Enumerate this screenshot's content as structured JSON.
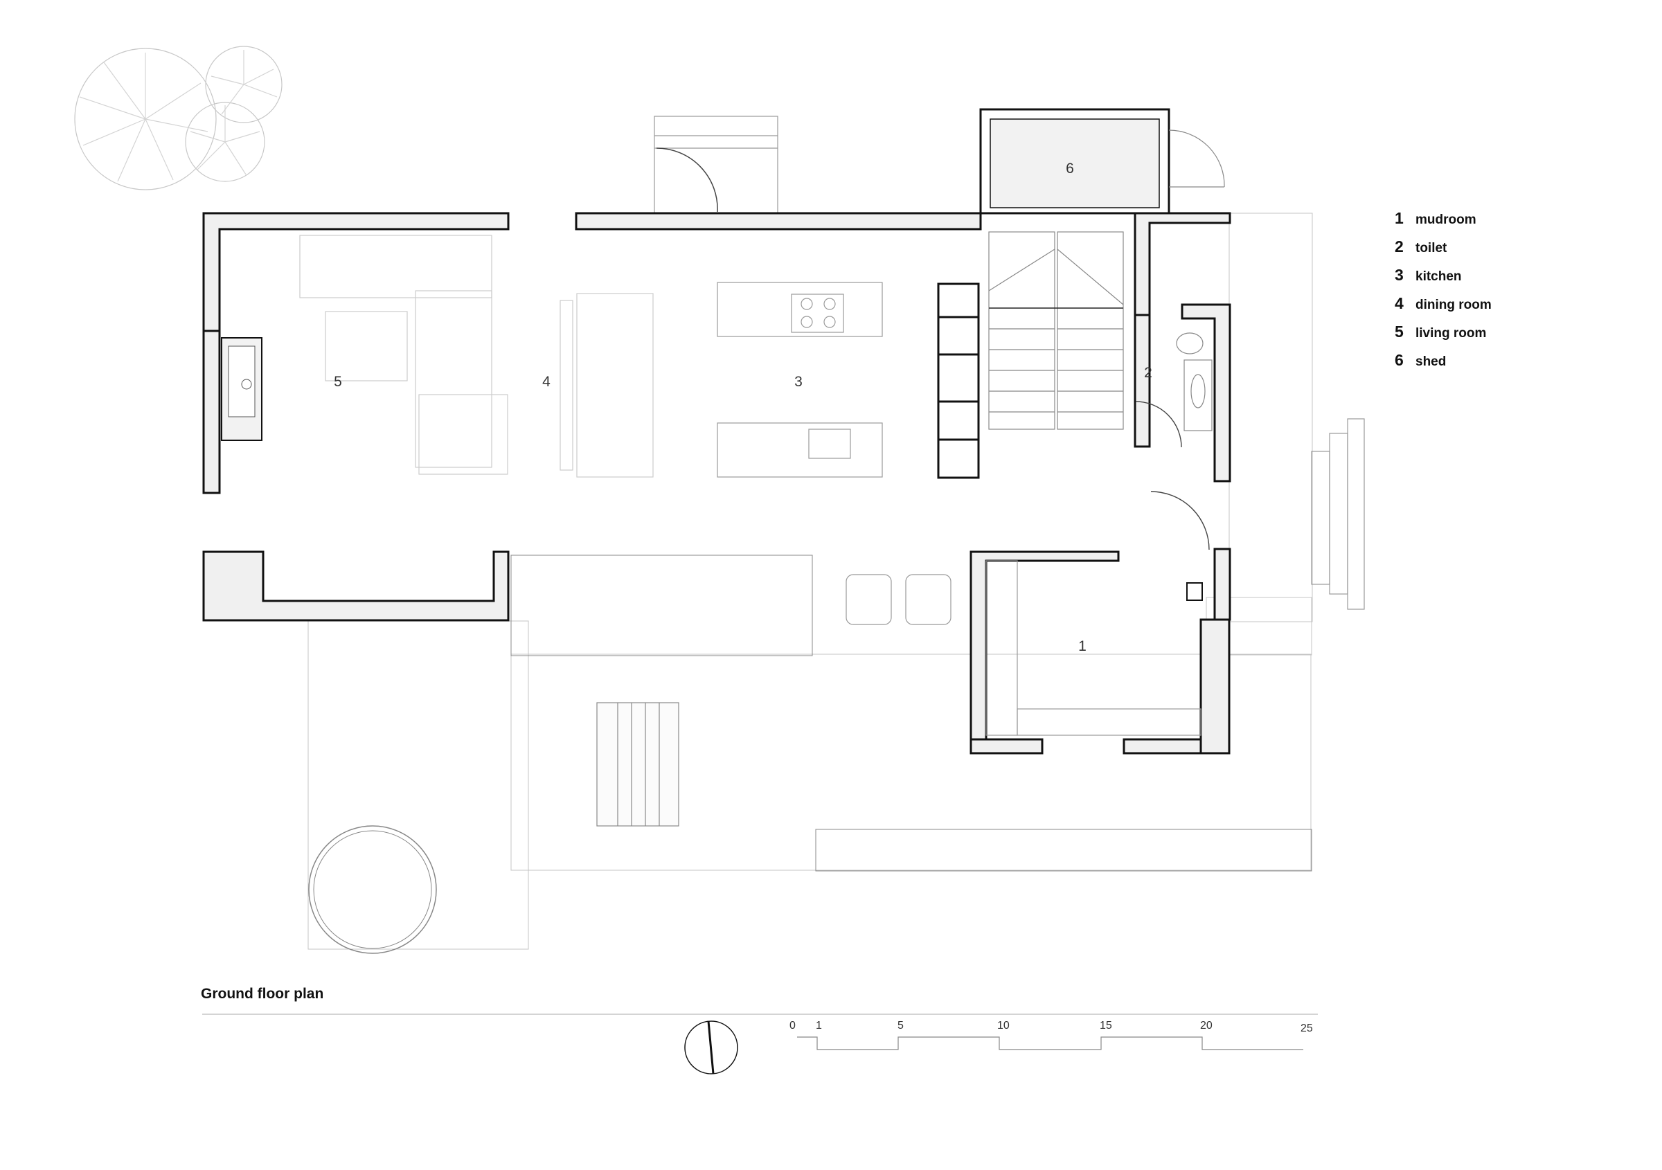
{
  "rooms": [
    {
      "num": "1",
      "label": "mudroom"
    },
    {
      "num": "2",
      "label": "toilet"
    },
    {
      "num": "3",
      "label": "kitchen"
    },
    {
      "num": "4",
      "label": "dining room"
    },
    {
      "num": "5",
      "label": "living room"
    },
    {
      "num": "6",
      "label": "shed"
    }
  ],
  "title": "Ground floor plan",
  "scale_bar": {
    "ticks": [
      "0",
      "1",
      "5",
      "10",
      "15",
      "20",
      "25"
    ]
  },
  "icons": [
    "north-arrow-icon",
    "tree-icon",
    "chair-icon",
    "toilet-icon",
    "sink-icon",
    "cooktop-icon"
  ]
}
